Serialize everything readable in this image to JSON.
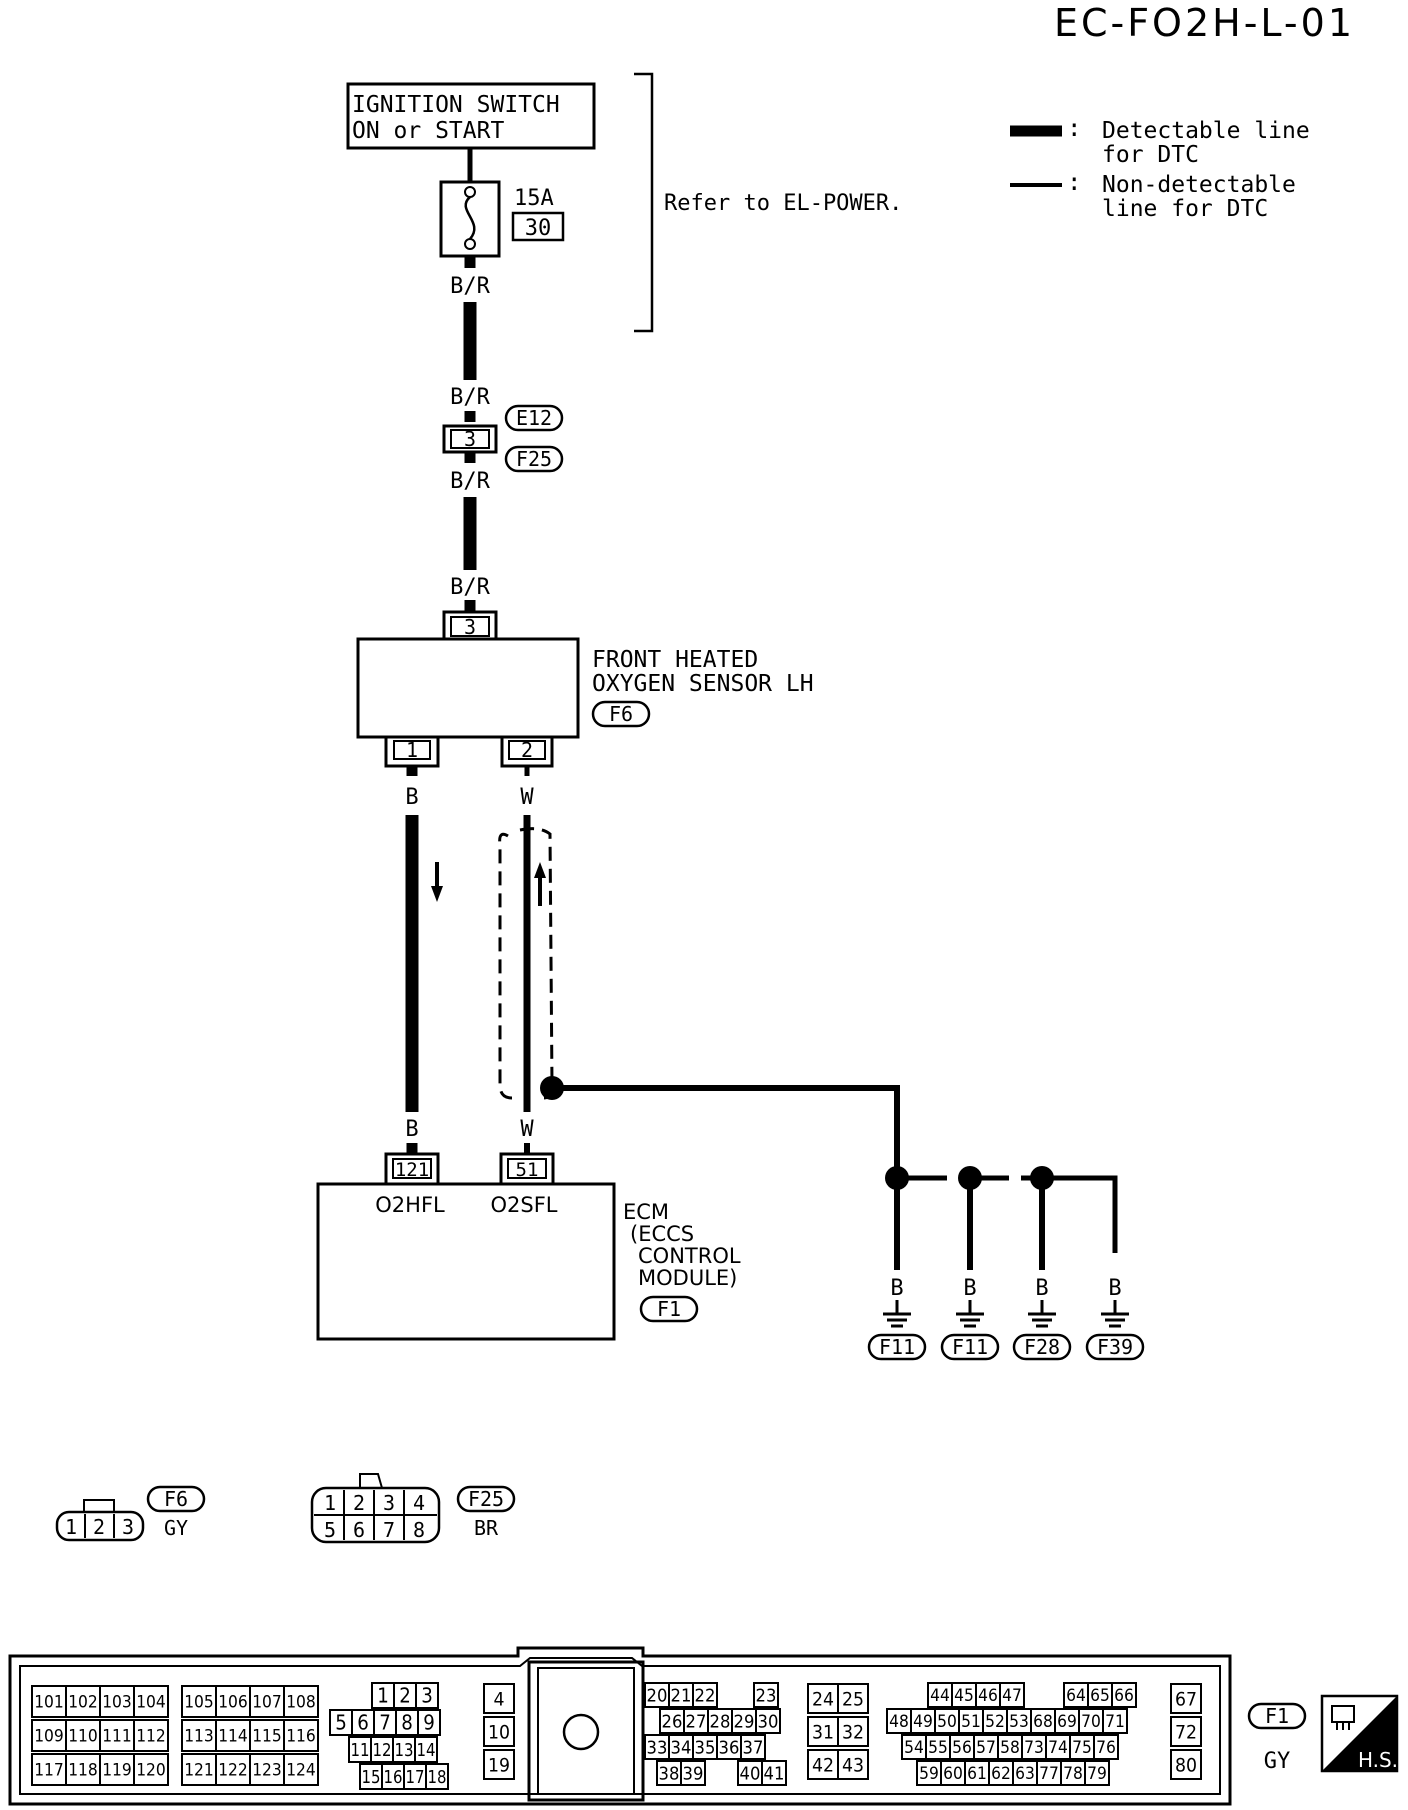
{
  "page_id": "EC-FO2H-L-01",
  "ignition": {
    "line1": "IGNITION SWITCH",
    "line2": "ON or START"
  },
  "fuse": {
    "rating": "15A",
    "number": "30"
  },
  "refer_text": "Refer to EL-POWER.",
  "legend": {
    "detectable_line1": "Detectable line",
    "detectable_line2": "for DTC",
    "nondetectable_line1": "Non-detectable",
    "nondetectable_line2": "line for DTC",
    "colon": ":"
  },
  "wires": {
    "br": "B/R",
    "b": "B",
    "w": "W"
  },
  "connectors": {
    "e12": "E12",
    "f25": "F25",
    "f6": "F6",
    "f1": "F1",
    "f11": "F11",
    "f28": "F28",
    "f39": "F39"
  },
  "pins": {
    "p3": "3",
    "p1": "1",
    "p2": "2",
    "p121": "121",
    "p51": "51"
  },
  "sensor": {
    "line1": "FRONT HEATED",
    "line2": "OXYGEN SENSOR LH"
  },
  "ecm": {
    "line1": "ECM",
    "line2": "(ECCS",
    "line3": "CONTROL",
    "line4": "MODULE)",
    "term1": "O2HFL",
    "term2": "O2SFL"
  },
  "ground_wire": "B",
  "f6_face": {
    "pins": [
      "1",
      "2",
      "3"
    ],
    "color": "GY"
  },
  "f25_face": {
    "row1": [
      "1",
      "2",
      "3",
      "4"
    ],
    "row2": [
      "5",
      "6",
      "7",
      "8"
    ],
    "color": "BR"
  },
  "ecm_face": {
    "label": "F1",
    "color": "GY",
    "hs": "H.S.",
    "g1": [
      [
        "101",
        "102",
        "103",
        "104"
      ],
      [
        "109",
        "110",
        "111",
        "112"
      ],
      [
        "117",
        "118",
        "119",
        "120"
      ]
    ],
    "g2": [
      [
        "105",
        "106",
        "107",
        "108"
      ],
      [
        "113",
        "114",
        "115",
        "116"
      ],
      [
        "121",
        "122",
        "123",
        "124"
      ]
    ],
    "g3r1": [
      "1",
      "2",
      "3"
    ],
    "g3r2": [
      "5",
      "6",
      "7",
      "8",
      "9"
    ],
    "g3r3": [
      "11",
      "12",
      "13",
      "14"
    ],
    "g3r4": [
      "15",
      "16",
      "17",
      "18"
    ],
    "g4": [
      "4",
      "10",
      "19"
    ],
    "g5r1a": [
      "20",
      "21",
      "22"
    ],
    "g5r1b": [
      "23"
    ],
    "g5r2": [
      "26",
      "27",
      "28",
      "29",
      "30"
    ],
    "g5r3": [
      "33",
      "34",
      "35",
      "36",
      "37"
    ],
    "g5r4a": [
      "38",
      "39"
    ],
    "g5r4b": [
      "40",
      "41"
    ],
    "g6": [
      [
        "24",
        "25"
      ],
      [
        "31",
        "32"
      ],
      [
        "42",
        "43"
      ]
    ],
    "g7r1a": [
      "44",
      "45",
      "46",
      "47"
    ],
    "g7r1b": [
      "64",
      "65",
      "66"
    ],
    "g7r2": [
      "48",
      "49",
      "50",
      "51",
      "52",
      "53",
      "68",
      "69",
      "70",
      "71"
    ],
    "g7r3": [
      "54",
      "55",
      "56",
      "57",
      "58",
      "73",
      "74",
      "75",
      "76"
    ],
    "g7r4": [
      "59",
      "60",
      "61",
      "62",
      "63",
      "77",
      "78",
      "79"
    ],
    "g8": [
      "67",
      "72",
      "80"
    ]
  }
}
